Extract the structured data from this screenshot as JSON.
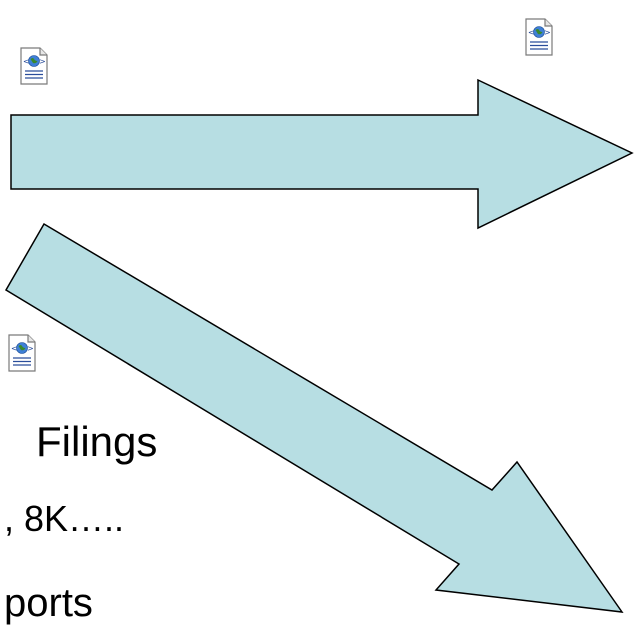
{
  "colors": {
    "arrow_fill": "#b7dee3",
    "arrow_stroke": "#000000",
    "icon_globe": "#3a8a2c",
    "icon_page": "#ffffff"
  },
  "icons": [
    "web-page-icon",
    "web-page-icon",
    "web-page-icon"
  ],
  "text_lines": {
    "line1": "Filings",
    "line2": ", 8K…..",
    "line3": "ports"
  }
}
